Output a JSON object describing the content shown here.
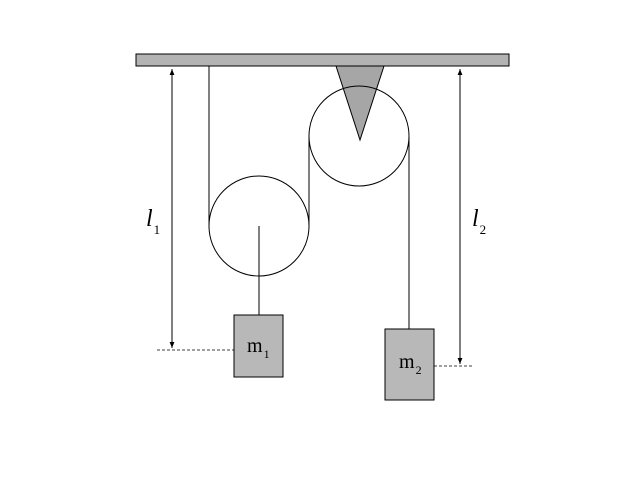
{
  "diagram": {
    "labels": {
      "l1": {
        "main": "l",
        "sub": "1"
      },
      "l2": {
        "main": "l",
        "sub": "2"
      },
      "m1": {
        "main": "m",
        "sub": "1"
      },
      "m2": {
        "main": "m",
        "sub": "2"
      }
    },
    "colors": {
      "ceiling": "#b3b3b3",
      "bracket": "#a6a6a6",
      "mass_fill": "#b8b8b8",
      "line": "#000000"
    }
  }
}
